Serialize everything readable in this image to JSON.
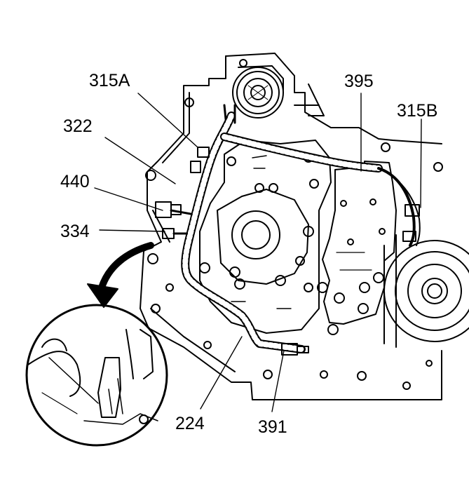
{
  "callouts": {
    "c315A": "315A",
    "c322": "322",
    "c440": "440",
    "c334": "334",
    "c395": "395",
    "c315B": "315B",
    "c224": "224",
    "c391": "391"
  },
  "colors": {
    "line": "#000000",
    "background": "#ffffff"
  }
}
